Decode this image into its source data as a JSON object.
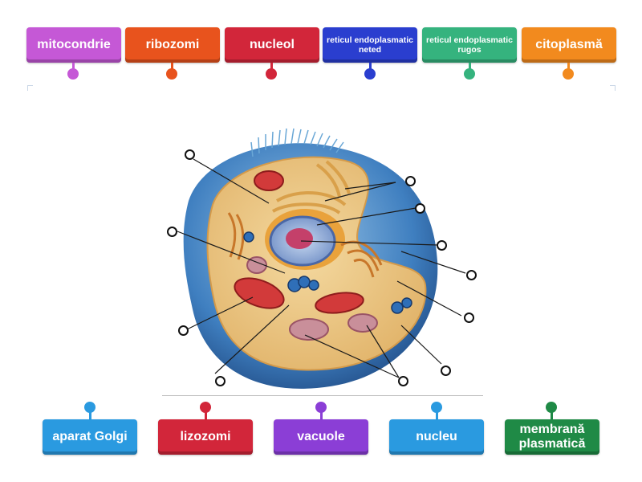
{
  "top_labels": [
    {
      "text": "mitocondrie",
      "color": "#c558d6",
      "size": "big"
    },
    {
      "text": "ribozomi",
      "color": "#e8531d",
      "size": "big"
    },
    {
      "text": "nucleol",
      "color": "#d2263a",
      "size": "big"
    },
    {
      "text": "reticul endoplasmatic neted",
      "color": "#2a3ecf",
      "size": "small"
    },
    {
      "text": "reticul endoplasmatic rugos",
      "color": "#35b37e",
      "size": "small"
    },
    {
      "text": "citoplasmă",
      "color": "#f28a1e",
      "size": "big"
    }
  ],
  "bottom_labels": [
    {
      "text": "aparat Golgi",
      "color": "#2a9ae0",
      "size": "big"
    },
    {
      "text": "lizozomi",
      "color": "#d2263a",
      "size": "big"
    },
    {
      "text": "vacuole",
      "color": "#8b3ed6",
      "size": "big"
    },
    {
      "text": "nucleu",
      "color": "#2a9ae0",
      "size": "big"
    },
    {
      "text": "membrană plasmatică",
      "color": "#1f8a46",
      "size": "big"
    }
  ],
  "diagram": {
    "image_name": "animal-cell-diagram",
    "marker_count": 11
  }
}
